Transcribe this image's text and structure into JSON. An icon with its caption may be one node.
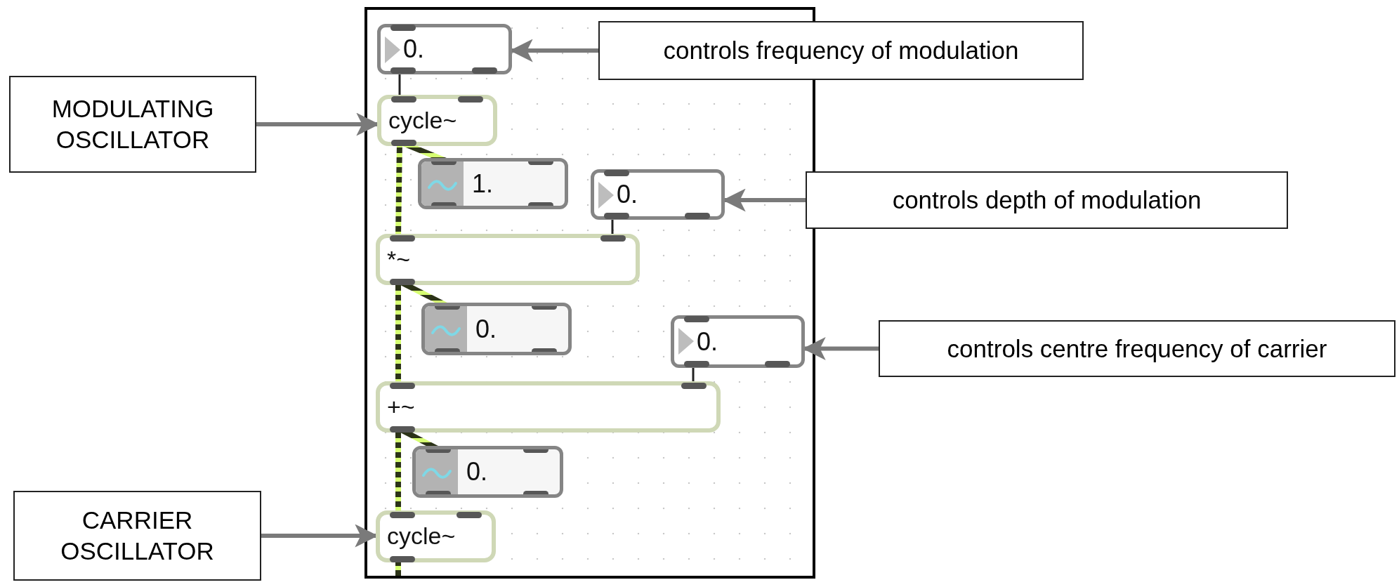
{
  "diagram": {
    "nodes": [
      {
        "text": [],
        "shape": "box"
      },
      {
        "text": [
          "0."
        ],
        "in": 0
      },
      {
        "text": [
          "cycle~"
        ],
        "in": 0
      },
      {
        "text": [
          "1."
        ],
        "in": 0
      },
      {
        "text": [
          "0."
        ],
        "in": 0
      },
      {
        "text": [
          "*~"
        ],
        "in": 0
      },
      {
        "text": [
          "0."
        ],
        "in": 0
      },
      {
        "text": [
          "0."
        ],
        "in": 0
      },
      {
        "text": [
          "+~"
        ],
        "in": 0
      },
      {
        "text": [
          "0."
        ],
        "in": 0
      },
      {
        "text": [
          "cycle~"
        ],
        "in": 0
      },
      {
        "text": [
          "controls frequency of modulation"
        ]
      },
      {
        "text": [
          "MODULATING OSCILLATOR"
        ]
      },
      {
        "text": [
          "controls depth of modulation"
        ]
      },
      {
        "text": [
          "controls centre frequency of carrier"
        ]
      },
      {
        "text": [
          "CARRIER OSCILLATOR"
        ]
      }
    ],
    "edges": [
      {
        "from": 1,
        "to": 2,
        "arrow": "none"
      },
      {
        "from": 2,
        "to": 5,
        "arrow": "none",
        "style": "thick"
      },
      {
        "from": 2,
        "to": 3,
        "arrow": "none",
        "style": "thick"
      },
      {
        "from": 4,
        "to": 5,
        "arrow": "none"
      },
      {
        "from": 5,
        "to": 8,
        "arrow": "none",
        "style": "thick"
      },
      {
        "from": 5,
        "to": 6,
        "arrow": "none",
        "style": "thick"
      },
      {
        "from": 7,
        "to": 8,
        "arrow": "none"
      },
      {
        "from": 8,
        "to": 10,
        "arrow": "none",
        "style": "thick"
      },
      {
        "from": 8,
        "to": 9,
        "arrow": "none",
        "style": "thick"
      },
      {
        "from": 10,
        "to": null,
        "arrow": "none",
        "style": "thick"
      },
      {
        "from": 11,
        "to": 1,
        "arrow": "to",
        "color": "#7a7a7a"
      },
      {
        "from": 12,
        "to": 2,
        "arrow": "to",
        "color": "#7a7a7a"
      },
      {
        "from": 13,
        "to": 4,
        "arrow": "to",
        "color": "#7a7a7a"
      },
      {
        "from": 14,
        "to": 7,
        "arrow": "to",
        "color": "#7a7a7a"
      },
      {
        "from": 15,
        "to": 10,
        "arrow": "to",
        "color": "#7a7a7a"
      }
    ]
  }
}
